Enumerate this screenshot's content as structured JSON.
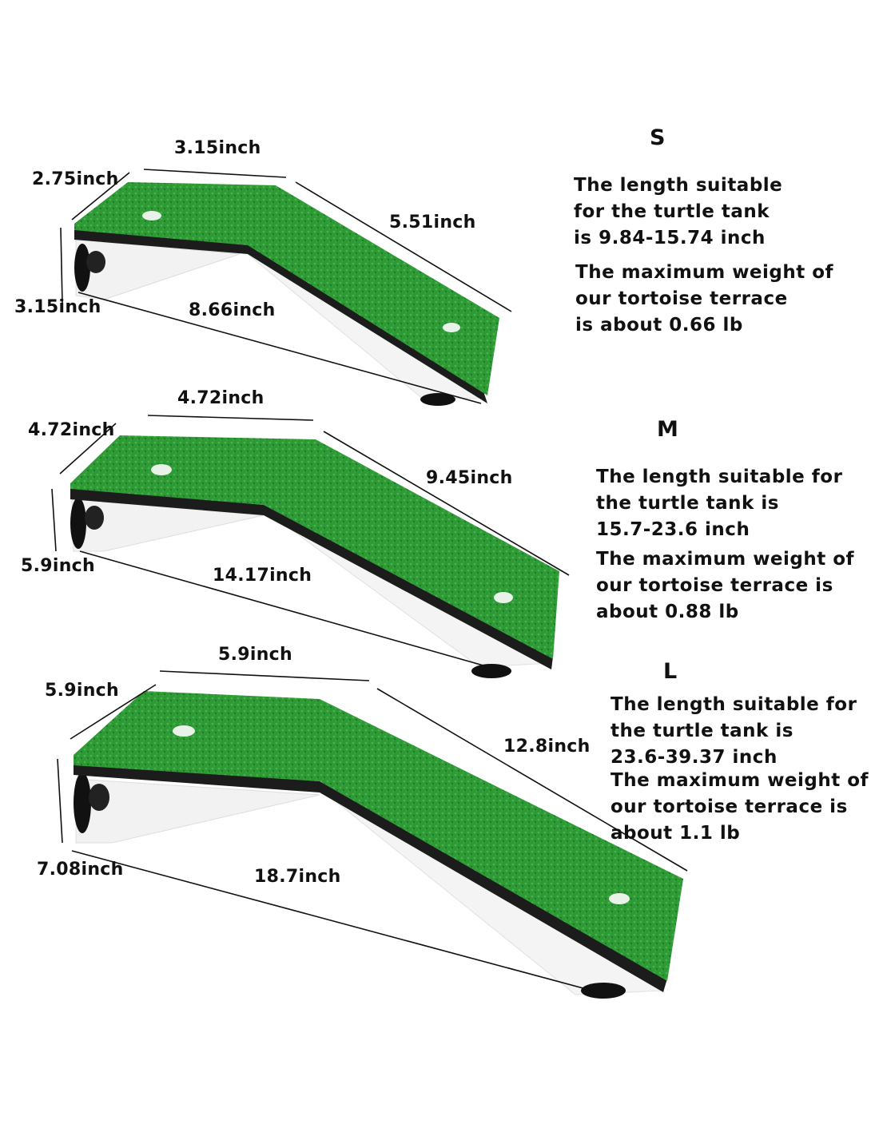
{
  "colors": {
    "grass": "#2e9a36",
    "grass_dark": "#1f7a28",
    "edge": "#1c1c1c",
    "line": "#111111"
  },
  "variants": [
    {
      "size": "S",
      "dims": {
        "top": "3.15inch",
        "width": "2.75inch",
        "slope": "5.51inch",
        "height": "3.15inch",
        "length": "8.66inch"
      },
      "length_lines": [
        "The length suitable",
        "for the turtle tank",
        "is 9.84-15.74 inch"
      ],
      "weight_lines": [
        "The maximum weight of",
        "our tortoise terrace",
        "is about 0.66 lb"
      ]
    },
    {
      "size": "M",
      "dims": {
        "top": "4.72inch",
        "width": "4.72inch",
        "slope": "9.45inch",
        "height": "5.9inch",
        "length": "14.17inch"
      },
      "length_lines": [
        "The length suitable for",
        "the turtle tank is",
        "15.7-23.6 inch"
      ],
      "weight_lines": [
        "The maximum weight of",
        "our tortoise terrace is",
        "about 0.88 lb"
      ]
    },
    {
      "size": "L",
      "dims": {
        "top": "5.9inch",
        "width": "5.9inch",
        "slope": "12.8inch",
        "height": "7.08inch",
        "length": "18.7inch"
      },
      "length_lines": [
        "The length suitable for",
        "the turtle tank is",
        "23.6-39.37 inch"
      ],
      "weight_lines": [
        "The maximum weight of",
        "our tortoise terrace is",
        "about 1.1 lb"
      ]
    }
  ]
}
